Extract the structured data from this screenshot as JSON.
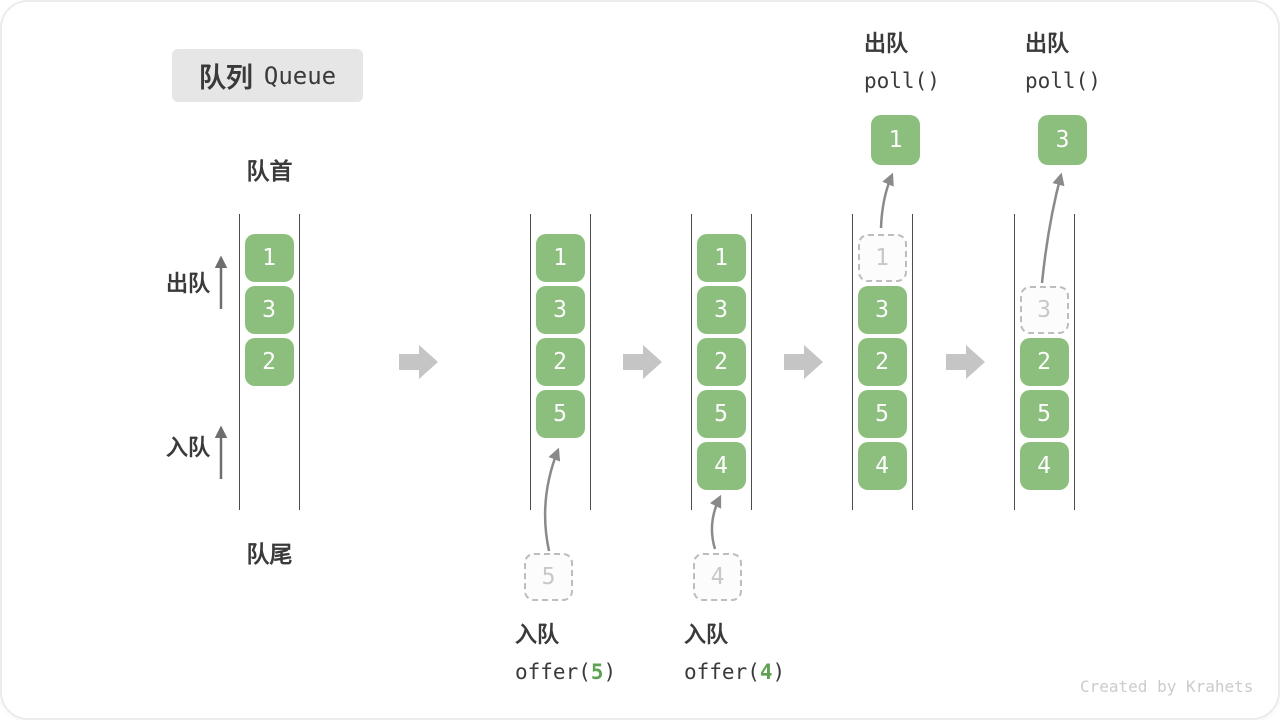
{
  "title": {
    "zh": "队列",
    "en": "Queue"
  },
  "labels": {
    "front": "队首",
    "rear": "队尾",
    "dequeue": "出队",
    "enqueue": "入队"
  },
  "watermark": "Created by Krahets",
  "colors": {
    "item_green": "#8CBE7D",
    "accent_green": "#5FA153",
    "stage_arrow_gray": "#C5C5C5",
    "flow_arrow_gray": "#8A8A8A",
    "ghost_border": "#BDBDBD",
    "text_dark": "#3A3A3A",
    "title_bg": "#E6E6E6"
  },
  "stages": [
    {
      "name": "initial",
      "items": [
        "1",
        "3",
        "2"
      ]
    },
    {
      "name": "after-offer-5",
      "items": [
        "1",
        "3",
        "2",
        "5"
      ],
      "pending": "5",
      "caption": {
        "op": "入队",
        "fn_pre": "offer(",
        "arg": "5",
        "fn_post": ")"
      }
    },
    {
      "name": "after-offer-4",
      "items": [
        "1",
        "3",
        "2",
        "5",
        "4"
      ],
      "pending": "4",
      "caption": {
        "op": "入队",
        "fn_pre": "offer(",
        "arg": "4",
        "fn_post": ")"
      }
    },
    {
      "name": "after-poll-1",
      "ghost": "1",
      "items": [
        "3",
        "2",
        "5",
        "4"
      ],
      "popped": "1",
      "caption": {
        "op": "出队",
        "fn": "poll()"
      }
    },
    {
      "name": "after-poll-3",
      "ghost": "3",
      "items": [
        "2",
        "5",
        "4"
      ],
      "popped": "3",
      "caption": {
        "op": "出队",
        "fn": "poll()"
      }
    }
  ]
}
